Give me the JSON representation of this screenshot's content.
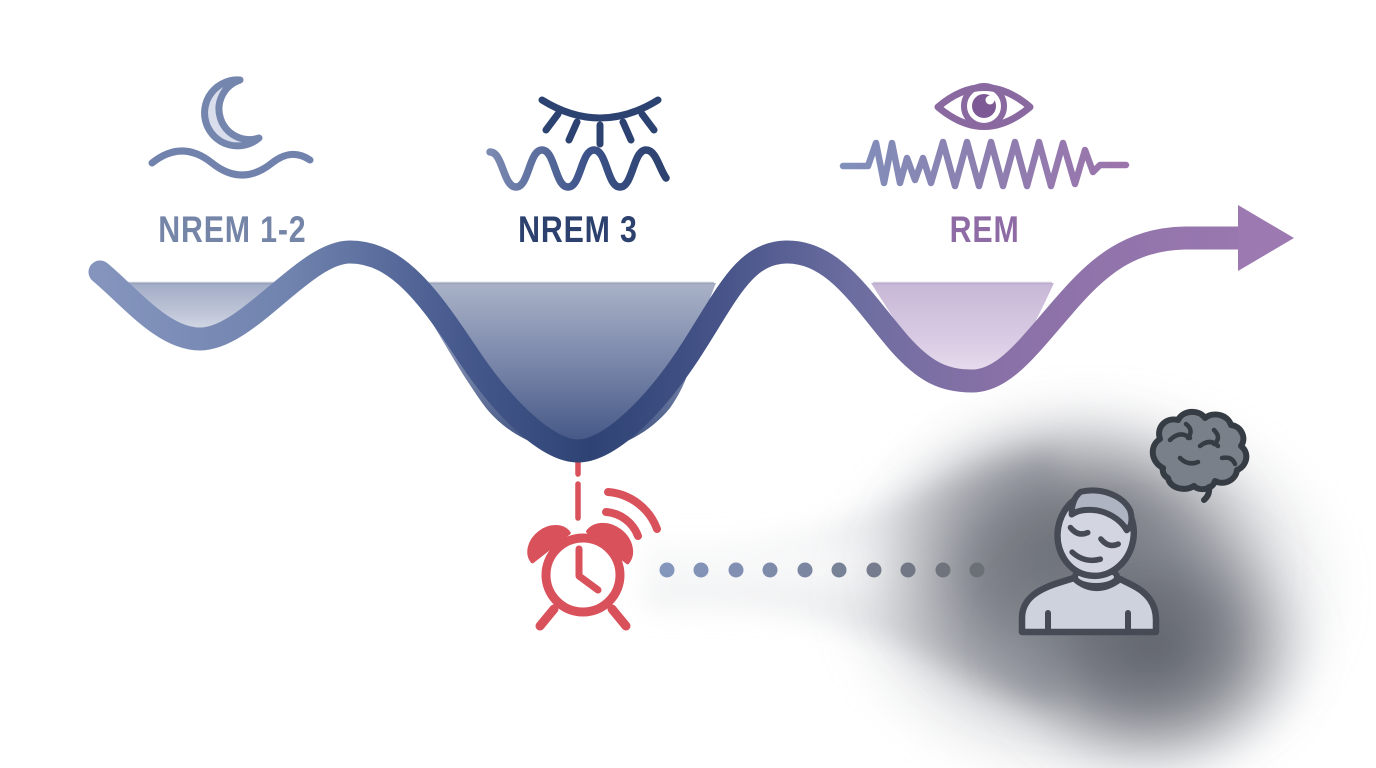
{
  "diagram": {
    "type": "sleep-cycle-wave-illustration",
    "background": "#ffffff",
    "stages": [
      {
        "label": "NREM 1-2",
        "color": "#7585a8",
        "icon": "crescent-moon-icon",
        "wave_icon": "gentle-wave-icon",
        "trough_depth": "shallow"
      },
      {
        "label": "NREM 3",
        "color": "#2c416e",
        "icon": "closed-eye-icon",
        "wave_icon": "slow-deep-wave-icon",
        "trough_depth": "deep"
      },
      {
        "label": "REM",
        "color": "#8f6ba6",
        "icon": "open-eye-icon",
        "wave_icon": "rapid-zigzag-wave-icon",
        "trough_depth": "medium"
      }
    ],
    "annotations": {
      "alarm_clock": {
        "icon": "alarm-clock-icon",
        "color": "#d9515b",
        "attached_to": "deep-sleep-trough",
        "connector": "red-dashed-line"
      },
      "dotted_path": {
        "dot_count": 10,
        "start_color": "#8596bc",
        "end_color": "#6b7077"
      },
      "groggy_person": {
        "icon": "sleepy-person-icon",
        "companion_icon": "brain-icon",
        "backdrop": "dark-blur-cloud"
      },
      "arrow": {
        "icon": "forward-arrow-icon",
        "color": "#9d79b1",
        "direction": "right"
      }
    },
    "palette": {
      "wave_start": "#8494bd",
      "wave_deep": "#2e4374",
      "wave_end": "#9d79b1",
      "fill_light_sleep_top": "#a6b0c9",
      "fill_deep_sleep_bottom": "#3c5080",
      "fill_rem_top": "#c7b7d6",
      "alarm_red": "#d9515b",
      "outline_dark": "#3f444d",
      "person_fill": "#ced2dd",
      "brain_fill": "#7a8089"
    }
  }
}
